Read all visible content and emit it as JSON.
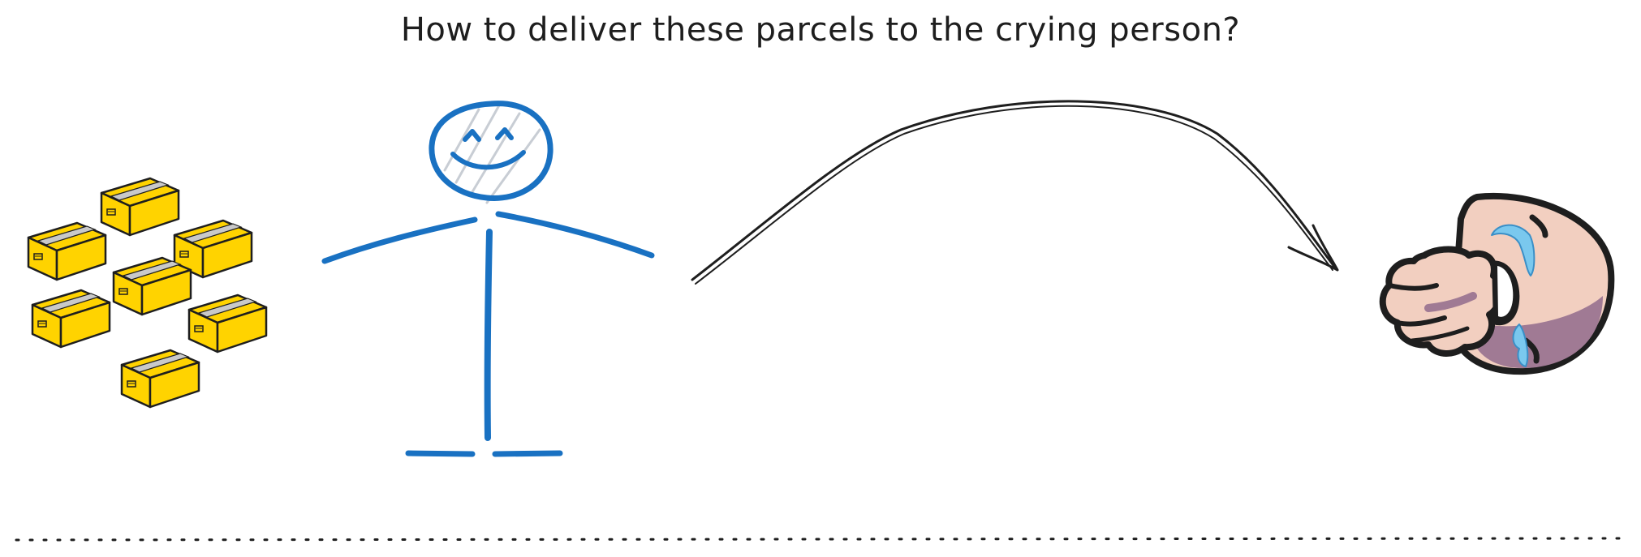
{
  "question": {
    "text": "How to deliver these parcels to the crying person?"
  },
  "parcels": {
    "count": 7,
    "box_color": "#ffd300",
    "tape_color": "#c9c9c9",
    "icon": "parcel-box-icon"
  },
  "stick_figure": {
    "stroke_color": "#1971c2",
    "expression": "smiling",
    "icon": "smiling-stick-figure-icon"
  },
  "arrow": {
    "stroke_color": "#1e1e1e",
    "icon": "curved-arrow-icon"
  },
  "crying_person": {
    "skin_color": "#f2cfc0",
    "shadow_color": "#a07a94",
    "tear_color": "#7ac8ee",
    "icon": "crying-face-icon"
  },
  "ground": {
    "style": "dotted"
  }
}
